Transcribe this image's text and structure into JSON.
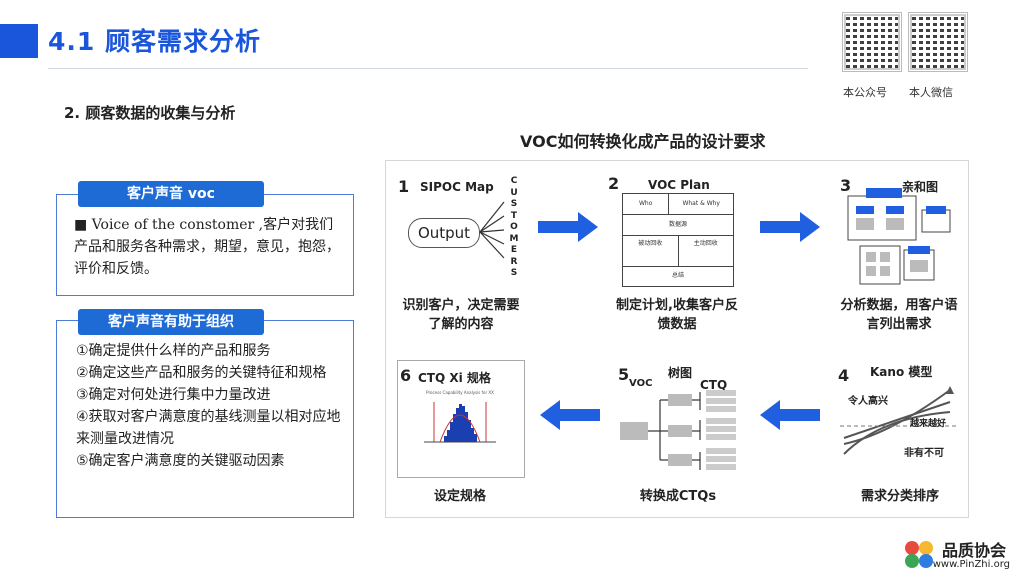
{
  "header": {
    "title": "4.1 顾客需求分析",
    "qr_captions": [
      "本公众号",
      "本人微信"
    ]
  },
  "subtitle": "2. 顾客数据的收集与分析",
  "voc_panel": {
    "tag": "客户声音 voc",
    "bullet": "■",
    "text": "Voice of the constomer ,客户对我们产品和服务各种需求，期望，意见，抱怨，评价和反馈。"
  },
  "help_panel": {
    "tag": "客户声音有助于组织",
    "items": [
      "①确定提供什么样的产品和服务",
      "②确定这些产品和服务的关键特征和规格",
      "③确定对何处进行集中力量改进",
      "④获取对客户满意度的基线测量以相对应地来测量改进情况",
      "⑤确定客户满意度的关键驱动因素"
    ]
  },
  "figure": {
    "title": "VOC如何转换化成产品的设计要求",
    "steps": [
      {
        "num": "1",
        "name": "SIPOC Map",
        "caption": "识别客户，决定需要了解的内容",
        "output_label": "Output",
        "customers_letters": [
          "C",
          "U",
          "S",
          "T",
          "O",
          "M",
          "E",
          "R",
          "S"
        ]
      },
      {
        "num": "2",
        "name": "VOC Plan",
        "caption": "制定计划,收集客户反馈数据",
        "table": {
          "row1": [
            "Who",
            "What & Why"
          ],
          "row2": "数据源",
          "row3": [
            "被动回收",
            "主动回收"
          ],
          "row4": "总结"
        }
      },
      {
        "num": "3",
        "name": "亲和图",
        "caption": "分析数据，用客户语言列出需求"
      },
      {
        "num": "4",
        "name": "Kano 模型",
        "caption": "需求分类排序",
        "labels": [
          "令人高兴",
          "越来越好",
          "非有不可"
        ]
      },
      {
        "num": "5",
        "name_sub": "VOC",
        "tree_label": "树图",
        "ctq_label": "CTQ",
        "caption": "转换成CTQs"
      },
      {
        "num": "6",
        "name": "CTQ Xi 规格",
        "caption": "设定规格",
        "chart_title": "Process Capability Analysis for XX"
      }
    ]
  },
  "logo": {
    "name": "品质协会",
    "url": "www.PinZhi.org"
  },
  "colors": {
    "accent": "#1a56db",
    "arrow": "#1f5fe0",
    "tag": "#1f6bd6"
  }
}
